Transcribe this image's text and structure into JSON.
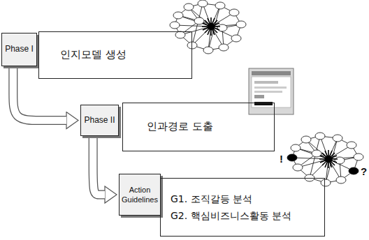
{
  "diagram": {
    "nodes": [
      {
        "text": [
          "Phase I"
        ]
      },
      {
        "text": [
          "인지모델 생성"
        ]
      },
      {
        "text": [
          "Phase II"
        ]
      },
      {
        "text": [
          "인과경로 도출"
        ]
      },
      {
        "text": [
          "Action Guidelines"
        ]
      },
      {
        "text": [
          "G1. 조직갈등 분석",
          "G2. 핵심비즈니스활동 분석"
        ]
      }
    ],
    "edges": [
      {
        "from": 0,
        "to": 2,
        "arrow": "to"
      },
      {
        "from": 2,
        "to": 4,
        "arrow": "to"
      }
    ],
    "labels": [
      "!",
      "?"
    ]
  }
}
